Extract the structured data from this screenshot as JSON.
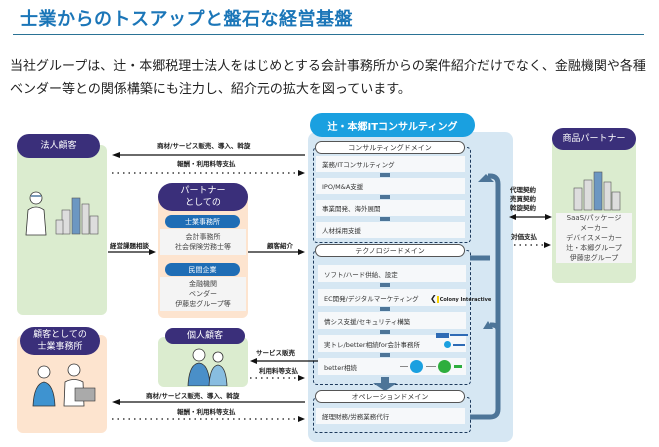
{
  "header": {
    "title": "士業からのトスアップと盤石な経営基盤",
    "lead": "当社グループは、辻・本郷税理士法人をはじめとする会計事務所からの案件紹介だけでなく、金融機関や各種ベンダー等との関係構築にも注力し、紹介元の拡大を図っています。"
  },
  "colors": {
    "title": "#1b76b8",
    "pill_navy": "#3a2f7a",
    "pill_blue": "#1f6db5",
    "center_header": "#1aa0e0",
    "green_bg": "#dbeccf",
    "peach_bg": "#fde4cf",
    "center_bg": "#d6e7f3"
  },
  "corporate_client": {
    "label": "法人顧客",
    "icon": "businessman-and-buildings-illustration"
  },
  "partner": {
    "label_line1": "パートナー",
    "label_line2": "としての",
    "groups": [
      {
        "tag": "士業事務所",
        "items": [
          "会計事務所",
          "社会保険労務士等"
        ]
      },
      {
        "tag": "民間企業",
        "items": [
          "金融機関",
          "ベンダー",
          "伊藤忠グループ等"
        ]
      }
    ]
  },
  "advisor_client": {
    "label_line1": "顧客としての",
    "label_line2": "士業事務所",
    "icon": "office-workers-illustration"
  },
  "individual_client": {
    "label": "個人顧客",
    "icon": "couple-illustration"
  },
  "product_partner": {
    "label": "商品パートナー",
    "icon": "buildings-illustration",
    "items": [
      "SaaS/パッケージ",
      "メーカー",
      "デバイスメーカー",
      "辻・本郷グループ",
      "伊藤忠グループ"
    ]
  },
  "arrows": {
    "top_sale": "商材/サービス販売、導入、斡旋",
    "top_pay": "報酬・利用料等支払",
    "consult": "経営課題相談",
    "referral": "顧客紹介",
    "service_sale": "サービス販売",
    "usage_pay": "利用料等支払",
    "bottom_sale": "商材/サービス販売、導入、斡旋",
    "bottom_pay": "報酬・利用料等支払",
    "contracts": [
      "代理契約",
      "売買契約",
      "斡旋契約"
    ],
    "consideration": "対価支払"
  },
  "center": {
    "title": "辻・本郷ITコンサルティング",
    "domains": [
      {
        "name": "コンサルティングドメイン",
        "items": [
          "業務/ITコンサルティング",
          "IPO/M&A支援",
          "事業開発、海外展開",
          "人材採用支援"
        ]
      },
      {
        "name": "テクノロジードメイン",
        "items": [
          "ソフト/ハード供給、設定",
          "EC開発/デジタルマーケティング",
          "情シス支援/セキュリティ構築",
          "実トレ/better相続for会計事務所",
          "better相続"
        ]
      },
      {
        "name": "オペレーションドメイン",
        "items": [
          "経理財務/労務業務代行"
        ]
      }
    ],
    "colony_logo": "Colony Interactive"
  }
}
